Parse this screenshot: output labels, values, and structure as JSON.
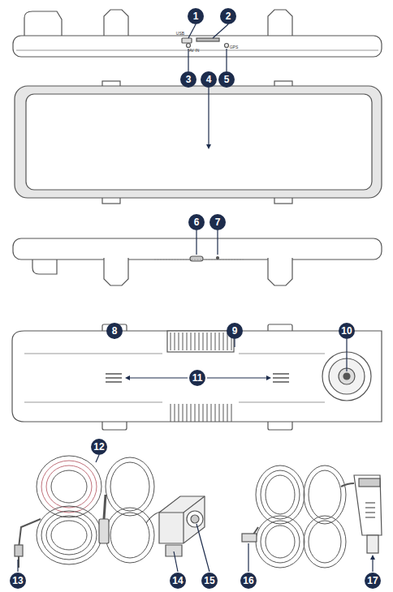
{
  "diagram": {
    "labels": [
      "1",
      "2",
      "3",
      "4",
      "5",
      "6",
      "7",
      "8",
      "9",
      "10",
      "11",
      "12",
      "13",
      "14",
      "15",
      "16",
      "17",
      "USB",
      "AV IN",
      "GPS"
    ]
  }
}
